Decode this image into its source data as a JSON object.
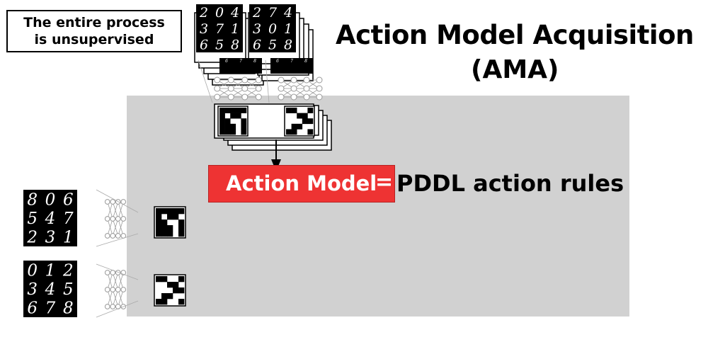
{
  "note_box": {
    "line1": "The entire process",
    "line2": "is unsupervised"
  },
  "title": {
    "line1": "Action Model Acquisition",
    "line2": "(AMA)"
  },
  "action_model": {
    "label": "Action Model",
    "equals": "=",
    "definition": "PDDL action rules"
  },
  "digit_grids": {
    "top_left_front": [
      "2",
      "0",
      "4",
      "3",
      "7",
      "1",
      "6",
      "5",
      "8"
    ],
    "top_right_front": [
      "2",
      "7",
      "4",
      "3",
      "0",
      "1",
      "6",
      "5",
      "8"
    ],
    "bottom_row_partial": [
      "6",
      "7",
      "8"
    ],
    "left_top": [
      "8",
      "0",
      "6",
      "5",
      "4",
      "7",
      "2",
      "3",
      "1"
    ],
    "left_bottom": [
      "0",
      "1",
      "2",
      "3",
      "4",
      "5",
      "6",
      "7",
      "8"
    ]
  },
  "colors": {
    "gray_region": "#d1d1d1",
    "action_model_box": "#ee3333",
    "action_model_text": "#ffffff"
  }
}
